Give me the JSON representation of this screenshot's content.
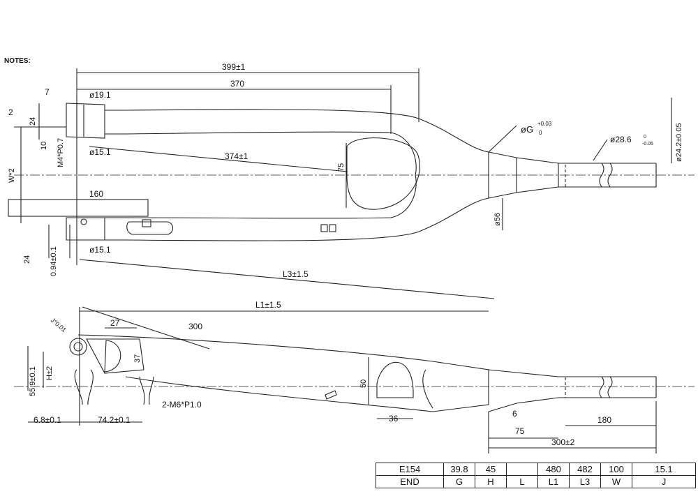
{
  "notes_label": "NOTES:",
  "top_view": {
    "dims": {
      "overall_length": "399±1",
      "blade_length": "370",
      "dia_19": "ø19.1",
      "dia_15_upper": "ø15.1",
      "dia_15_lower": "ø15.1",
      "diag_length": "374±1",
      "width_160": "160",
      "dim_7": "7",
      "dim_2": "2",
      "dim_24_upper": "24",
      "dim_10": "10",
      "thread_m4": "M4*P0.7",
      "w_half": "W*2",
      "dim_24_lower": "24",
      "dim_094": "0.94±0.1",
      "dim_75": "75",
      "dim_56": "ø56",
      "steerer_dia": "ø28.6",
      "steerer_tol_upper": "0",
      "steerer_tol_lower": "-0.05",
      "crown_race_dia": "ø24.2±0.05",
      "g_label": "øG",
      "g_tol_upper": "+0.03",
      "g_tol_lower": "0"
    }
  },
  "side_view": {
    "dims": {
      "l3": "L3±1.5",
      "l1": "L1±1.5",
      "dim_300": "300",
      "dim_27": "27",
      "dim_37": "37",
      "dim_50": "50",
      "dim_36": "36",
      "dim_6": "6",
      "dim_75": "75",
      "dim_180": "180",
      "dim_300_2": "300±2",
      "h_2": "H±2",
      "dim_559": "55.9±0.1",
      "dim_68": "6.8±0.1",
      "dim_742": "74.2±0.1",
      "thread_m6": "2-M6*P1.0",
      "angle_r": "J°0.01"
    }
  },
  "spec_table": {
    "rows": [
      [
        "E154",
        "39.8",
        "45",
        "",
        "480",
        "482",
        "100",
        "15.1"
      ],
      [
        "END",
        "G",
        "H",
        "L",
        "L1",
        "L3",
        "W",
        "J"
      ]
    ]
  }
}
